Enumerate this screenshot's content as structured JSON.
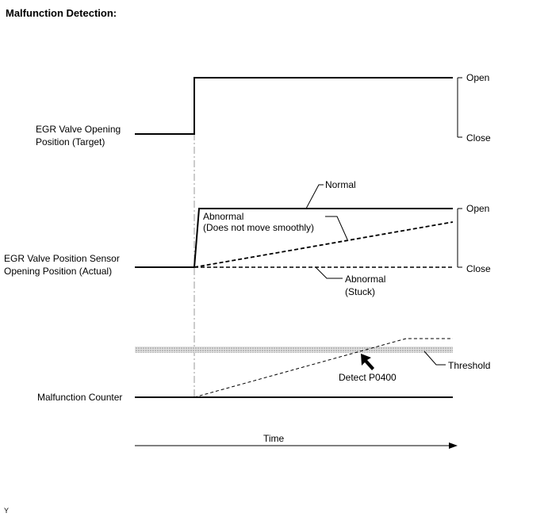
{
  "title": "Malfunction Detection:",
  "footer_code": "Y",
  "target": {
    "label_line1": "EGR Valve Opening",
    "label_line2": "Position (Target)",
    "open_label": "Open",
    "close_label": "Close"
  },
  "actual": {
    "label_line1": "EGR Valve Position Sensor",
    "label_line2": "Opening Position (Actual)",
    "open_label": "Open",
    "close_label": "Close",
    "normal_label": "Normal",
    "abnormal_smooth_line1": "Abnormal",
    "abnormal_smooth_line2": "(Does not move smoothly)",
    "abnormal_stuck_line1": "Abnormal",
    "abnormal_stuck_line2": "(Stuck)"
  },
  "counter": {
    "label": "Malfunction Counter",
    "threshold_label": "Threshold",
    "detect_label": "Detect P0400"
  },
  "time_label": "Time"
}
